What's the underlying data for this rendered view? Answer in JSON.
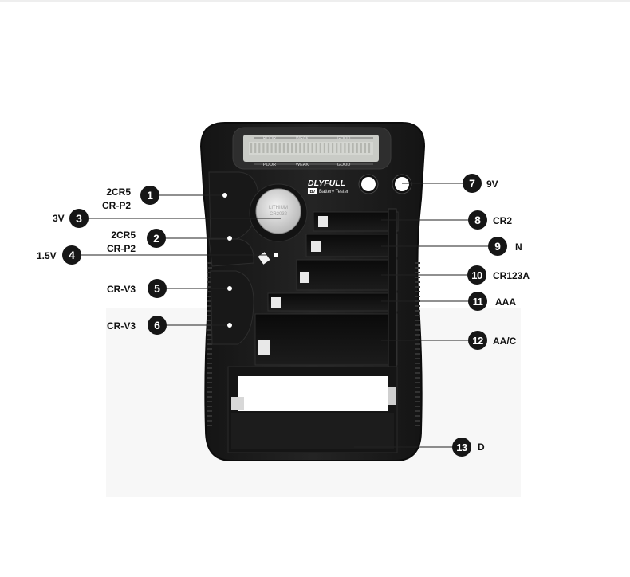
{
  "brand": {
    "name": "DLYFULL",
    "model": "B7",
    "product": "Battery Tester"
  },
  "lcd_scale": {
    "poor": "POOR",
    "weak": "WEAK",
    "good": "GOOD"
  },
  "coin_cell": {
    "line1": "LITHIUM",
    "line2": "CR2032"
  },
  "callouts": [
    {
      "number": "1",
      "label_lines": [
        "2CR5",
        "CR-P2"
      ]
    },
    {
      "number": "2",
      "label_lines": [
        "2CR5",
        "CR-P2"
      ]
    },
    {
      "number": "3",
      "label_lines": [
        "3V"
      ]
    },
    {
      "number": "4",
      "label_lines": [
        "1.5V"
      ]
    },
    {
      "number": "5",
      "label_lines": [
        "CR-V3"
      ]
    },
    {
      "number": "6",
      "label_lines": [
        "CR-V3"
      ]
    },
    {
      "number": "7",
      "label_lines": [
        "9V"
      ]
    },
    {
      "number": "8",
      "label_lines": [
        "CR2"
      ]
    },
    {
      "number": "9",
      "label_lines": [
        "N"
      ]
    },
    {
      "number": "10",
      "label_lines": [
        "CR123A"
      ]
    },
    {
      "number": "11",
      "label_lines": [
        "AAA"
      ]
    },
    {
      "number": "12",
      "label_lines": [
        "AA/C"
      ]
    },
    {
      "number": "13",
      "label_lines": [
        "D"
      ]
    }
  ],
  "colors": {
    "body": "#1e1e1e",
    "body_edge": "#0c0c0c",
    "lcd": "#c9cbc6",
    "badge": "#161616",
    "accent_white": "#ffffff"
  }
}
